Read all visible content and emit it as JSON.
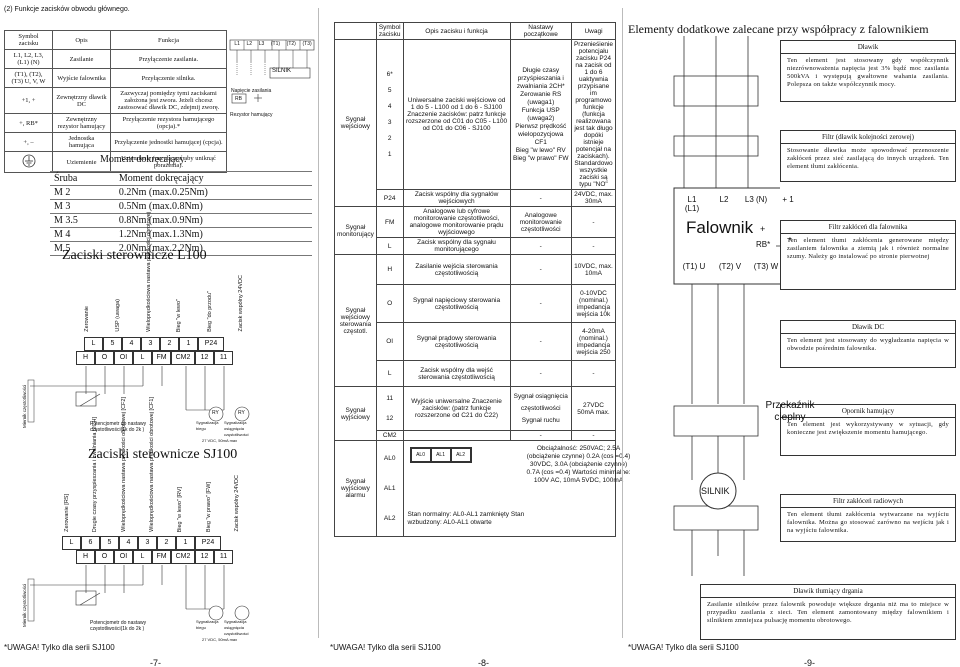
{
  "page7": {
    "heading": "(2) Funkcje zacisków obwodu głównego.",
    "table": {
      "headers": [
        "Symbol zacisku",
        "Opis",
        "Funkcja"
      ],
      "rows": [
        {
          "symbol": "L1, L2, L3, (L1) (N)",
          "opis": "Zasilanie",
          "funkcja": "Przyłączenie zasilania."
        },
        {
          "symbol": "(T1), (T2), (T3) U, V, W",
          "opis": "Wyjście falownika",
          "funkcja": "Przyłączenie silnika."
        },
        {
          "symbol": "+1, +",
          "opis": "Zewnętrzny dławik DC",
          "funkcja": "Zazwyczaj pomiędzy tymi zaciskami założona jest zwora. Jeżeli chcesz zastosować dławik DC, zdejmij zworę."
        },
        {
          "symbol": "+, RB*",
          "opis": "Zewnętrzny rezystor hamujący",
          "funkcja": "Przyłączenie rezystora hamującego (opcja).*"
        },
        {
          "symbol": "+, –",
          "opis": "Jednostka hamująca",
          "funkcja": "Przyłączenie jednostki hamującej (cpcja)."
        },
        {
          "symbol": "",
          "opis": "Uziemienie",
          "funkcja": "Uziemienie (przyłącząć aby uniknąć porażenia)."
        }
      ]
    },
    "torque_title": "Moment dokręcający.",
    "torque_headers": [
      "Śruba",
      "Moment dokręcający"
    ],
    "torque_rows": [
      [
        "M 2",
        "0.2Nm (max.0.25Nm)"
      ],
      [
        "M 3",
        "0.5Nm (max.0.8Nm)"
      ],
      [
        "M 3.5",
        "0.8Nm (max.0.9Nm)"
      ],
      [
        "M 4",
        "1.2Nm (max.1.3Nm)"
      ],
      [
        "M 5",
        "2.0Nm (max.2.2Nm)"
      ]
    ],
    "diagram_top": {
      "inputs": [
        "L1",
        "L2",
        "L3",
        "(T1)",
        "(T2)",
        "(T3)"
      ],
      "silnik": "SILNIK",
      "zasilanie": "Napięcie zasilania",
      "rezystor": "Rezystor hamujący",
      "rb": "RB"
    },
    "sterownik_l100": {
      "title": "Zaciski sterownicze L100",
      "labels": [
        "Zerowanie",
        "USP (uwaga)",
        "Wieloprędkościowa nastawa prędkości obrotowej",
        "Bieg \"w lewo\"",
        "Bieg \"do przodu\"",
        "Zacisk wspólny 24VDC"
      ],
      "row1": [
        "L",
        "5",
        "4",
        "3",
        "2",
        "1",
        "P24"
      ],
      "row2": [
        "H",
        "O",
        "OI",
        "L",
        "FM",
        "CM2",
        "12",
        "11"
      ],
      "miernik": "Miernik częstotliwości",
      "potencjometr": "Potencjometr do nastawy częstotliwości(1k do 2k )",
      "sygn1": "Sygnalizacja biegu",
      "sygn2": "Sygnalizacja osiągnięcia częstotliwości",
      "supply": "27 VDC, 50mA max",
      "ry": "RY"
    },
    "sterownik_sj100": {
      "title": "Zaciski sterownicze SJ100",
      "labels": [
        "Zerowanie [RS]",
        "Drugie czasy przyspieszania i zwalniania [2CH]",
        "Wieloprędkościowa nastawa prędkości obrotowej [CF2]",
        "Wieloprędkościowa nastawa prędkości obrotowej [CF1]",
        "Bieg \"w lewo\" [RV]",
        "Bieg \"w prawo\" [FW]",
        "Zacisk wspólny 24VDC"
      ],
      "row1": [
        "L",
        "6",
        "5",
        "4",
        "3",
        "2",
        "1",
        "P24"
      ],
      "row2": [
        "H",
        "O",
        "OI",
        "L",
        "FM",
        "CM2",
        "12",
        "11"
      ],
      "miernik": "Miernik częstotliwości",
      "potencjometr": "Potencjometr do nastawy częstotliwości(1k do 2k )",
      "sygn1": "Sygnalizacja biegu",
      "sygn2": "Sygnalizacja osiągnięcia częstotliwości",
      "supply": "27 VDC, 50mA max"
    },
    "footnote": "*UWAGA! Tylko dla serii SJ100",
    "page_number": "-7-"
  },
  "page8": {
    "headers": [
      "Symbol zacisku",
      "Opis zacisku i funkcja",
      "Nastawy początkowe",
      "Uwagi"
    ],
    "groups": {
      "wejsciowy": "Sygnał wejściowy",
      "monitorujacy": "Sygnał monitorujący",
      "wejsciowy_sterowania": "Sygnał wejściowy sterowania częstotl.",
      "wyjsciowy": "Sygnał wyjściowy",
      "alarm": "Sygnał wyjściowy alarmu"
    },
    "symbols_in": [
      "6*",
      "5",
      "4",
      "3",
      "2",
      "1"
    ],
    "in_desc": "Uniwersalne zaciski wejściowe od 1 do 5 - L100 od 1 do 6 - SJ100 Znaczenie zacisków: patrz funkcje rozszerzone od C01 do C05 - L100 od C01 do C06 - SJ100",
    "in_defaults": [
      "Długie czasy przyśpieszania i zwalniania 2CH*",
      "Zerowanie RS (uwaga1)",
      "Funkcja USP (uwaga2)",
      "Pierwsz prędkość wielopozycjowa CF1",
      "Bieg \"w lewo\" RV",
      "Bieg \"w prawo\" FW"
    ],
    "in_notes": "Przenieśienie potencjału zacisku P24 na zacisk od 1 do 6 uaktywnia przypisane im programowo funkcje (funkcja realizowana jest tak długo dopóki istnieje potencjał na zaciskach). Standardowo wszystkie zaciski są typu \"NO\"",
    "p24": "P24",
    "p24_desc": "Zacisk wspólny dla sygnałów wejściowych",
    "p24_default": "-",
    "p24_notes": "24VDC, max. 30mA",
    "fm": "FM",
    "fm_desc": "Analogowe lub cyfrowe monitorowanie częstotliwości, analogowe monitorowanie prądu wyjściowego",
    "fm_default": "Analogowe monitorowanie częstotliwości",
    "fm_notes": "-",
    "l1": "L",
    "l1_desc": "Zacisk wspólny dla sygnału monitorującego",
    "l1_default": "-",
    "l1_notes": "-",
    "h": "H",
    "h_desc": "Zasilanie wejścia sterowania częstotliwością",
    "h_default": "-",
    "h_notes": "10VDC, max. 10mA",
    "o": "O",
    "o_desc": "Sygnał napięciowy sterowania częstotliwością",
    "o_default": "-",
    "o_notes": "0-10VDC (nominal.) impedancja wejścia 10k",
    "oi": "OI",
    "oi_desc": "Sygnał prądowy sterowania częstotliwością",
    "oi_default": "-",
    "oi_notes": "4-20mA (nominal.) impedancja wejścia 250",
    "l2": "L",
    "l2_desc": "Zacisk wspólny dla wejść sterowania częstotliwością",
    "l2_default": "-",
    "l2_notes": "-",
    "s11": "11",
    "s12": "12",
    "out_desc": "Wyjście uniwersalne Znaczenie zacisków: (patrz funkcje rozszerzone od C21 do C22)",
    "out_default1": "Sygnał osiągnięcia częstotliwości",
    "out_default2": "Sygnał ruchu",
    "out_notes": "27VDC 50mA max.",
    "cm2": "CM2",
    "cm2_default": "-",
    "cm2_notes": "-",
    "al_symbols": [
      "AL0",
      "AL1",
      "AL2"
    ],
    "al_terms": [
      "AL0",
      "AL1",
      "AL2"
    ],
    "al_load": "Obciążalność: 250VAC; 2.5A (obciążenie czynne) 0.2A (cos =0.4) 30VDC, 3.0A (obciążenie czynne) 0.7A (cos =0.4) Wartości minimalne: 100V AC, 10mA 5VDC, 100mA",
    "al_state": "Stan normalny: AL0-AL1 zamknięty Stan wzbudzony: AL0-AL1 otwarte",
    "footnote": "*UWAGA! Tylko dla serii SJ100",
    "page_number": "-8-"
  },
  "page9": {
    "title": "Elementy dodatkowe zalecane przy współpracy z falownikiem",
    "boxes": [
      {
        "title": "Dławik",
        "text": "Ten element jest stosowany gdy współczynnik niezrównoważenia napięcia jest 3% bądź moc zasilania 500kVA i występują gwałtowne wahania zasilania. Polepsza on także współczynnik mocy."
      },
      {
        "title": "Filtr (dławik kolejności zerowej)",
        "text": "Stosowanie dławika może spowodować przenoszenie zakłóceń przez sieć zasilającą do innych urządzeń. Ten element tłumi zakłócenia."
      },
      {
        "title": "Filtr zakłóceń dla falownika",
        "text": "Ten element tłumi zakłócenia generowane między zasilaniem falownika a ziemią jak i również normalne szumy. Należy go instalować po stronie pierwotnej"
      },
      {
        "title": "Dławik DC",
        "text": "Ten element jest stosowany do wygładzania napięcia w obwodzie pośrednim falownika."
      },
      {
        "title": "Opornik hamujący",
        "text": "Ten element jest wykorzystywany w sytuacji, gdy konieczne jest zwiększenie momentu hamującego."
      },
      {
        "title": "Filtr zakłóceń radiowych",
        "text": "Ten element tłumi zakłócenia wytwarzane na wyjściu falownika. Można go stosować zarówno na wejściu jak i na wyjściu falownika."
      },
      {
        "title": "Dławik tłumiący drgania",
        "text": "Zasilanie silników przez falownik powoduje większe drgania niż ma to miejsce w przypadku zasilania z sieci. Ten element zamontowany między falownikiem i silnikiem zmniejsza pulsację momentu obrotowego."
      }
    ],
    "falownik": "Falownik",
    "terms_top": [
      "L1 (L1)",
      "L2",
      "L3 (N)",
      "+ 1"
    ],
    "terms_bottom": [
      "(T1) U",
      "(T2) V",
      "(T3) W"
    ],
    "rb": "RB*",
    "plus": "+",
    "star": "*",
    "przekaznik": "Przekaźnik cieplny",
    "silnik": "SILNIK",
    "footnote": "*UWAGA! Tylko dla serii SJ100",
    "page_number": "-9-"
  }
}
